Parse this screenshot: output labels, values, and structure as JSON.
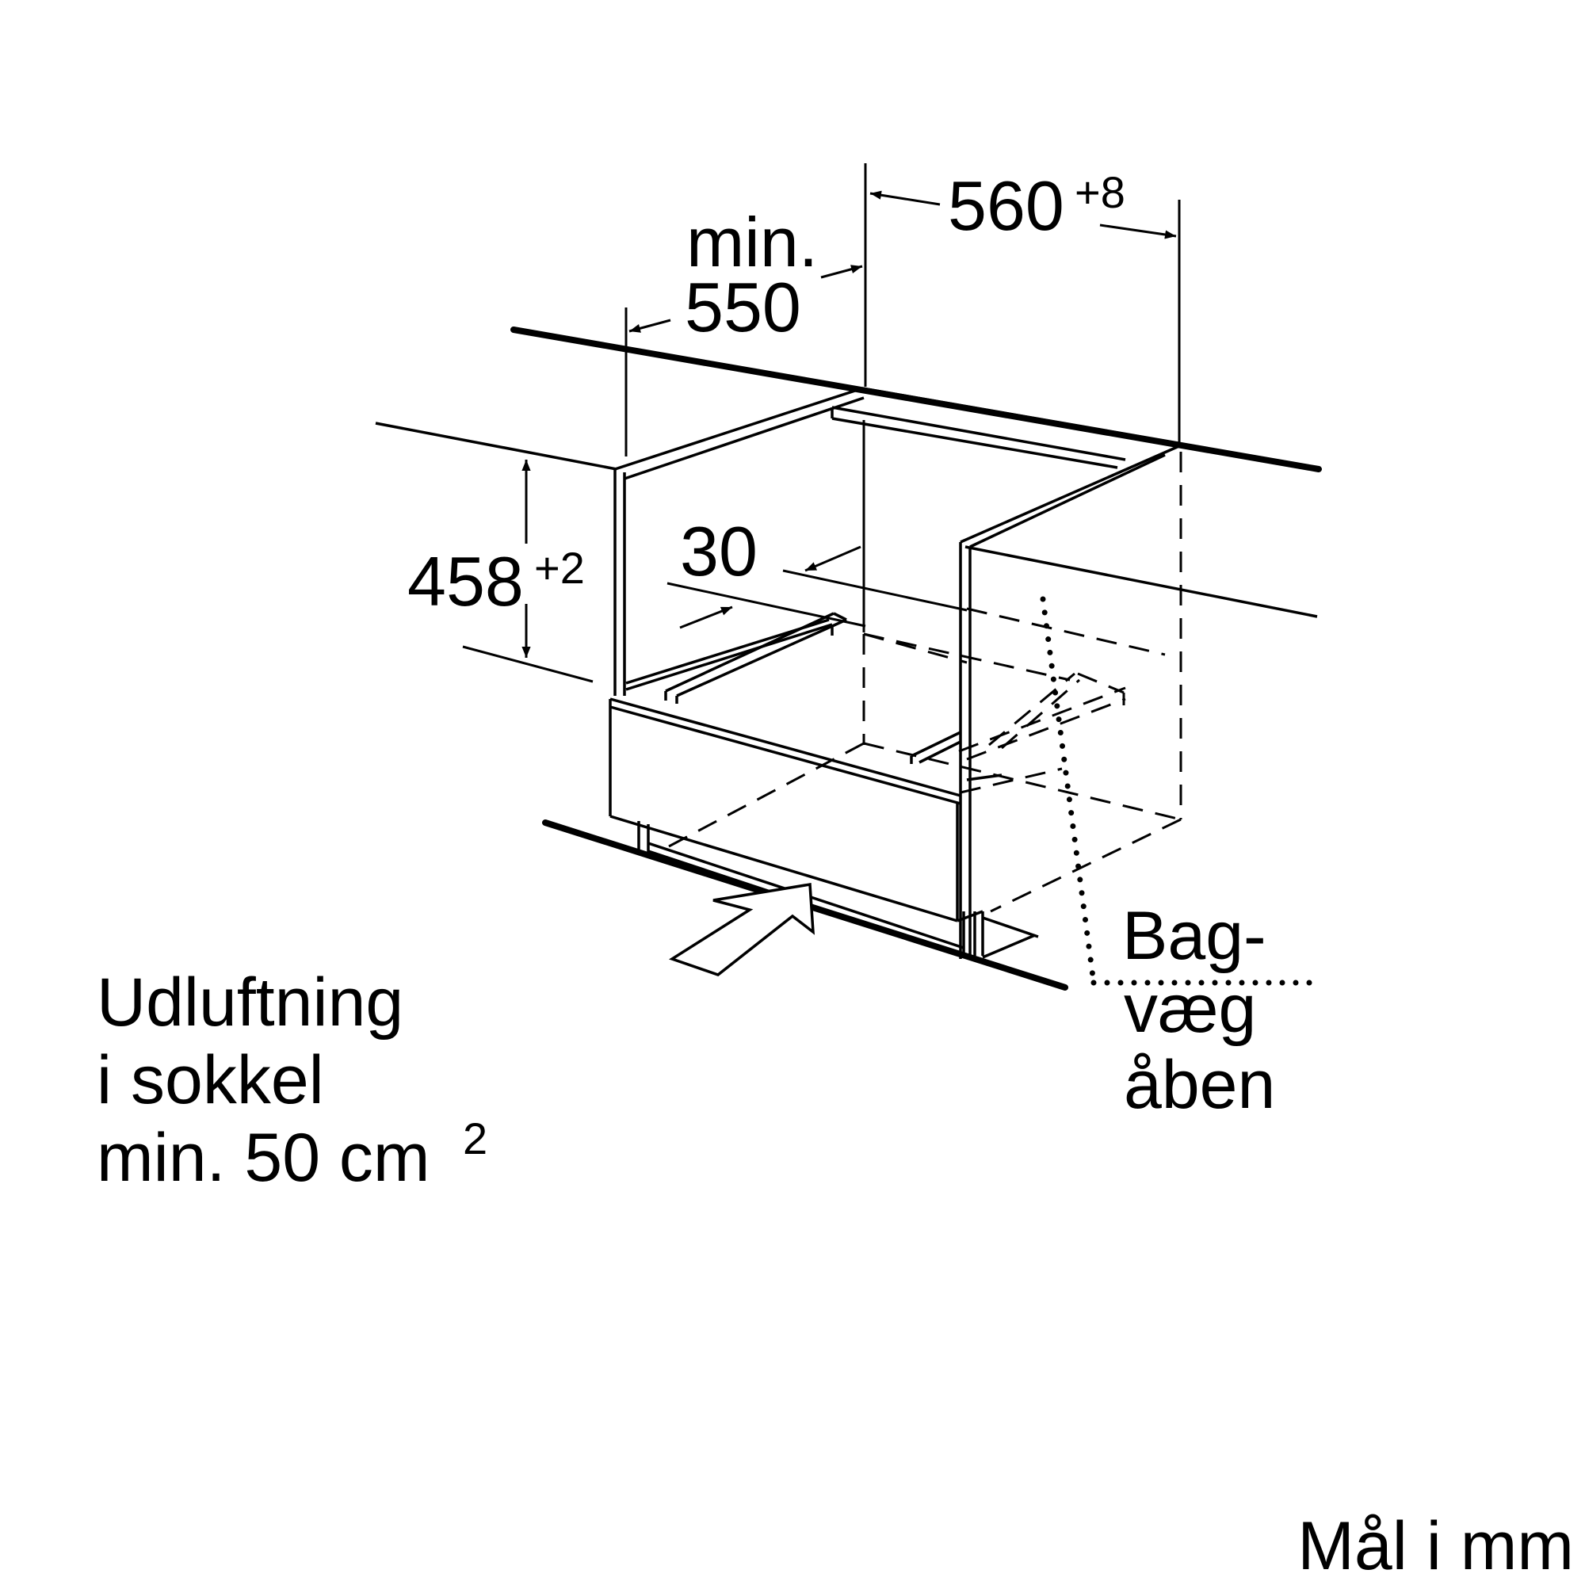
{
  "labels": {
    "min_label": "min.",
    "depth_main": "550",
    "width_main": "560",
    "width_tol": "+8",
    "height_main": "458",
    "height_tol": "+2",
    "gap": "30",
    "vent_line1": "Udluftning",
    "vent_line2": "i sokkel",
    "vent_line3": "min. 50 cm",
    "vent_sup": "2",
    "back_line1": "Bag-",
    "back_line2": "væg",
    "back_line3": "åben",
    "units": "Mål i mm"
  }
}
